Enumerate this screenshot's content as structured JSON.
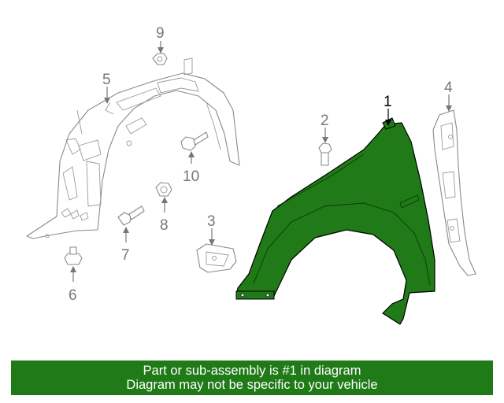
{
  "diagram": {
    "callouts": [
      {
        "id": "1",
        "label": "1",
        "selected": true
      },
      {
        "id": "2",
        "label": "2",
        "selected": false
      },
      {
        "id": "3",
        "label": "3",
        "selected": false
      },
      {
        "id": "4",
        "label": "4",
        "selected": false
      },
      {
        "id": "5",
        "label": "5",
        "selected": false
      },
      {
        "id": "6",
        "label": "6",
        "selected": false
      },
      {
        "id": "7",
        "label": "7",
        "selected": false
      },
      {
        "id": "8",
        "label": "8",
        "selected": false
      },
      {
        "id": "9",
        "label": "9",
        "selected": false
      },
      {
        "id": "10",
        "label": "10",
        "selected": false
      }
    ],
    "highlight_color": "#1f7a17",
    "line_color": "#8a8a8a"
  },
  "banner": {
    "line1": "Part or sub-assembly is #1 in diagram",
    "line2": "Diagram may not be specific to your vehicle",
    "background": "#1f7a17",
    "text_color": "#ffffff"
  }
}
